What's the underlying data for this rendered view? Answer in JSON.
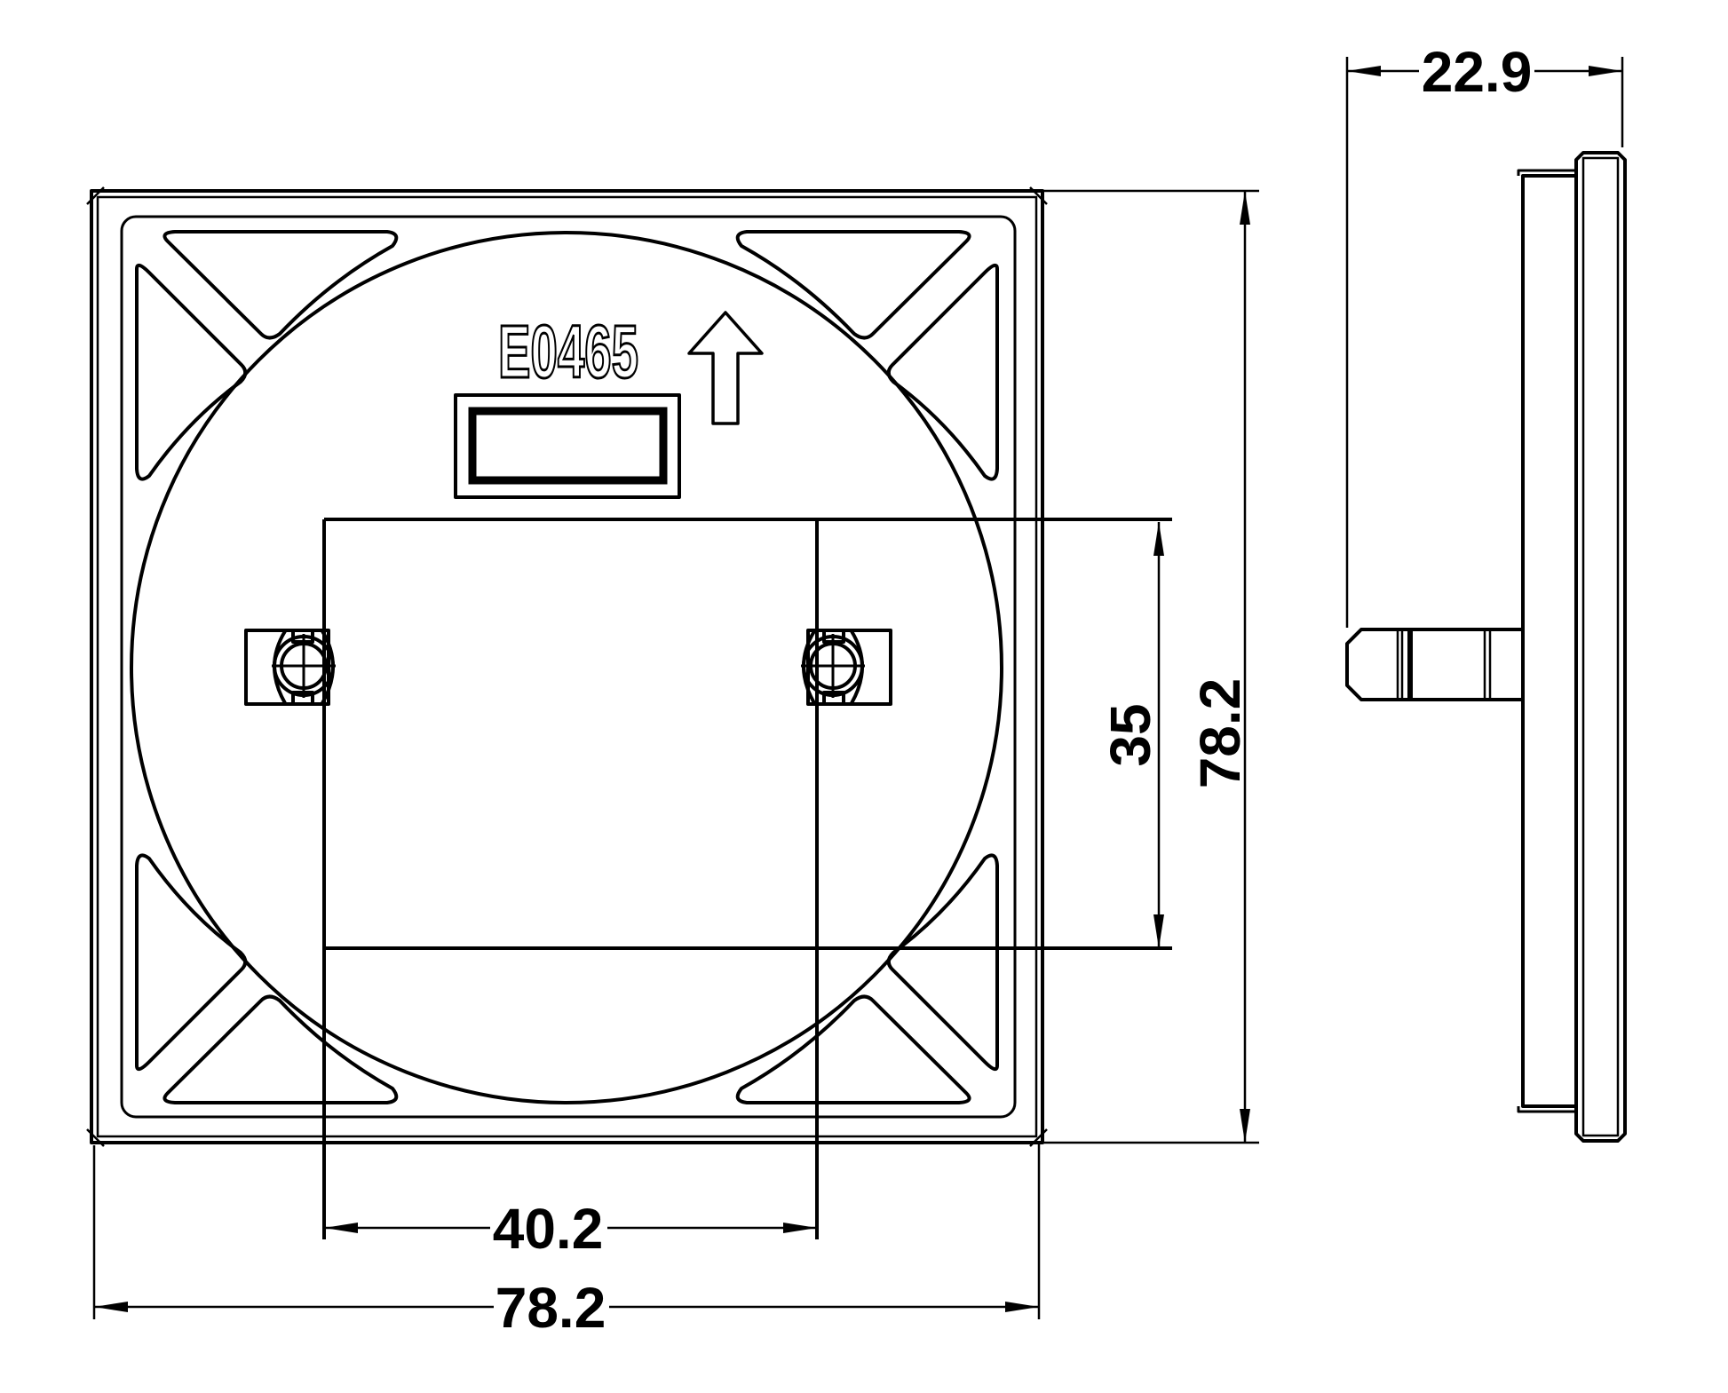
{
  "drawing": {
    "part_label": "E0465",
    "dimensions": {
      "depth": "22.9",
      "cutout_height": "35",
      "plate_height": "78.2",
      "cutout_width": "40.2",
      "plate_width": "78.2"
    },
    "colors": {
      "line": "#000000",
      "background": "#ffffff"
    },
    "icons": {
      "orientation_arrow": "↑"
    }
  }
}
